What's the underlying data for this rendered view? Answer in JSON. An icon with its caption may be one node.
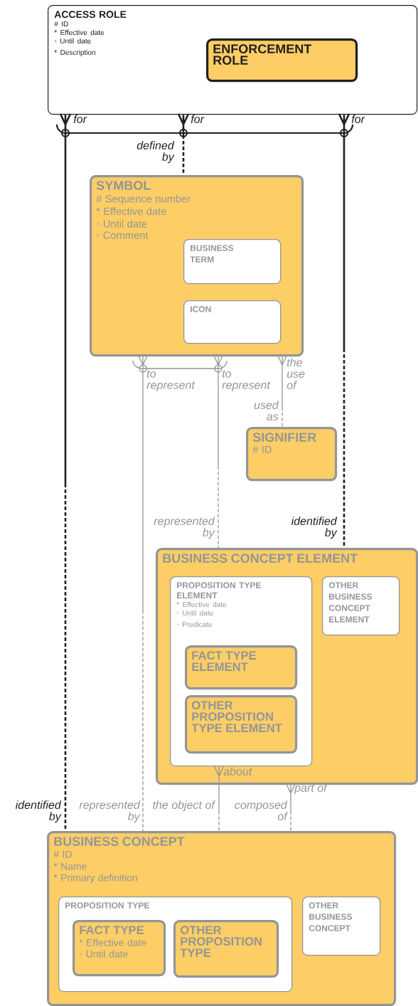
{
  "diagram": {
    "nodes": [
      {
        "text": [
          "ACCESS ROLE",
          "# ID",
          "* Effective date",
          "◦ Until date",
          "* Description"
        ]
      },
      {
        "text": [
          "ENFORCEMENT ROLE"
        ],
        "in": 0
      },
      {
        "text": [
          "SYMBOL",
          "# Sequence number",
          "* Effective date",
          "◦ Until date",
          "◦ Comment"
        ]
      },
      {
        "text": [
          "BUSINESS TERM"
        ],
        "in": 2
      },
      {
        "text": [
          "ICON"
        ],
        "in": 2
      },
      {
        "text": [
          "SIGNIFIER",
          "# ID"
        ]
      },
      {
        "text": [
          "BUSINESS CONCEPT ELEMENT"
        ]
      },
      {
        "text": [
          "PROPOSITION TYPE ELEMENT",
          "* Effective date",
          "◦ Until date",
          "◦ Predicate"
        ],
        "in": 6
      },
      {
        "text": [
          "FACT TYPE ELEMENT"
        ],
        "in": 7
      },
      {
        "text": [
          "OTHER PROPOSITION TYPE ELEMENT"
        ],
        "in": 7
      },
      {
        "text": [
          "OTHER BUSINESS CONCEPT ELEMENT"
        ],
        "in": 6
      },
      {
        "text": [
          "BUSINESS CONCEPT",
          "# ID",
          "* Name",
          "* Primary definition"
        ]
      },
      {
        "text": [
          "PROPOSITION TYPE"
        ],
        "in": 11
      },
      {
        "text": [
          "FACT TYPE",
          "* Effective date",
          "◦ Until date"
        ],
        "in": 12
      },
      {
        "text": [
          "OTHER PROPOSITION TYPE"
        ],
        "in": 12
      },
      {
        "text": [
          "OTHER BUSINESS CONCEPT"
        ],
        "in": 11
      }
    ],
    "edges": [
      {
        "from": 0,
        "to": 11,
        "arrow": "other",
        "label": "for",
        "color": "#231f20"
      },
      {
        "from": 0,
        "to": 2,
        "arrow": "other",
        "label": "for",
        "color": "#231f20"
      },
      {
        "from": 0,
        "to": 6,
        "arrow": "other",
        "label": "for",
        "color": "#231f20"
      },
      {
        "from": 2,
        "to": 11,
        "arrow": "other",
        "label": "to represent"
      },
      {
        "from": 2,
        "to": 6,
        "arrow": "other",
        "label": "to represent"
      },
      {
        "from": 2,
        "to": 5,
        "arrow": "other",
        "label": "the use of"
      },
      {
        "from": 7,
        "to": 11,
        "arrow": "other",
        "label": "about"
      },
      {
        "from": 6,
        "to": 11,
        "arrow": "other",
        "label": "part of"
      }
    ],
    "labels": [
      "defined by",
      "used as",
      "represented by",
      "identified by",
      "identified by",
      "represented by",
      "the object of",
      "composed of"
    ]
  }
}
